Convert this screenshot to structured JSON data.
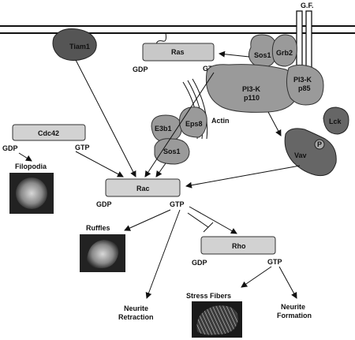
{
  "membrane_label": "G.F.",
  "nodes": {
    "tiam1": "Tiam1",
    "ras": "Ras",
    "ras_gdp": "GDP",
    "ras_gtp": "GTP",
    "sos1_top": "Sos1",
    "grb2": "Grb2",
    "pi3k_p110": [
      "PI3-K",
      "p110"
    ],
    "pi3k_p85": [
      "PI3-K",
      "p85"
    ],
    "actin": "Actin",
    "e3b1": "E3b1",
    "eps8": "Eps8",
    "sos1_bottom": "Sos1",
    "lck": "Lck",
    "p": "P",
    "vav": "Vav",
    "cdc42": "Cdc42",
    "cdc42_gdp": "GDP",
    "cdc42_gtp": "GTP",
    "rac": "Rac",
    "rac_gdp": "GDP",
    "rac_gtp": "GTP",
    "rho": "Rho",
    "rho_gdp": "GDP",
    "rho_gtp": "GTP"
  },
  "outcomes": {
    "filopodia": "Filopodia",
    "ruffles": "Ruffles",
    "neurite_retraction": [
      "Neurite",
      "Retraction"
    ],
    "stress_fibers": "Stress Fibers",
    "neurite_formation": [
      "Neurite",
      "Formation"
    ]
  }
}
